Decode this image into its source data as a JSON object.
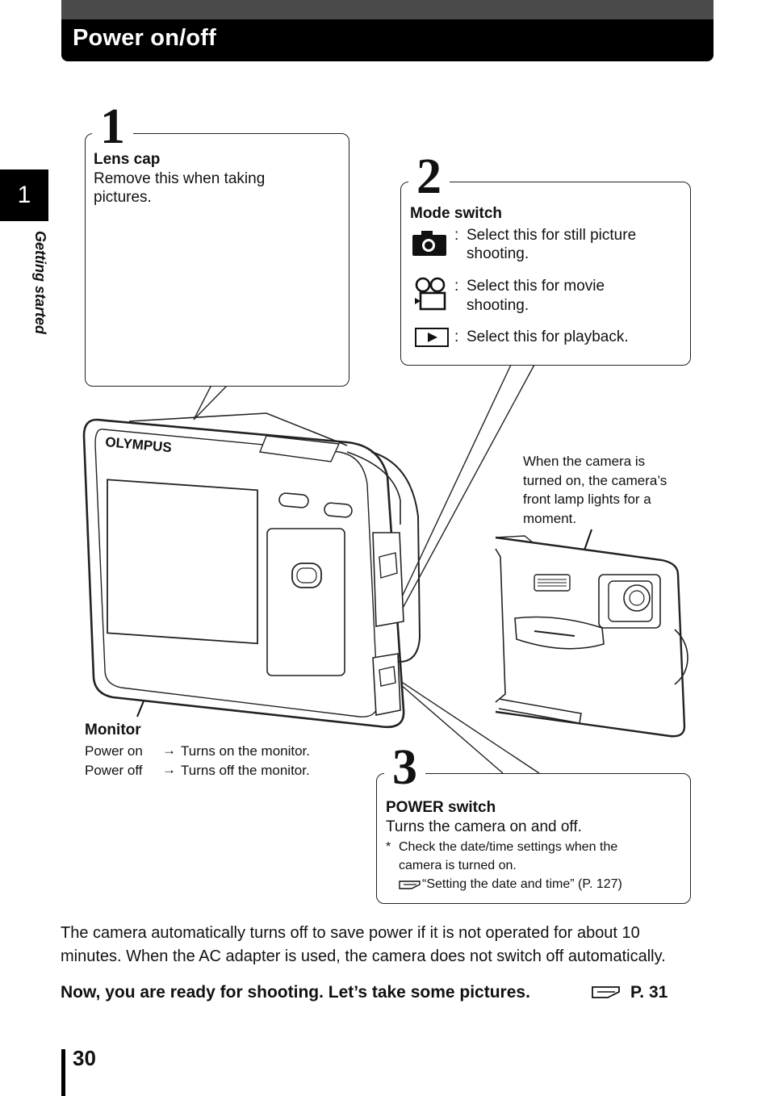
{
  "header": {
    "title": "Power on/off"
  },
  "chapter": {
    "number": "1",
    "label": "Getting started"
  },
  "step1": {
    "number": "1",
    "title": "Lens cap",
    "desc_line1": "Remove this when taking",
    "desc_line2": "pictures."
  },
  "step2": {
    "number": "2",
    "title": "Mode switch",
    "items": [
      {
        "icon": "camera-icon",
        "colon": ":",
        "line1": "Select this for still picture",
        "line2": "shooting."
      },
      {
        "icon": "movie-icon",
        "colon": ":",
        "line1": "Select this for movie",
        "line2": "shooting."
      },
      {
        "icon": "playback-icon",
        "colon": ":",
        "line1": "Select this for playback.",
        "line2": ""
      }
    ]
  },
  "lamp_note": {
    "line1": "When the camera is",
    "line2": "turned on, the camera’s",
    "line3": "front lamp lights for a",
    "line4": "moment."
  },
  "brand": {
    "logo": "OLYMPUS"
  },
  "monitor": {
    "title": "Monitor",
    "rows": [
      {
        "label": "Power on",
        "arrow": "→",
        "text": "Turns on the monitor."
      },
      {
        "label": "Power off",
        "arrow": "→",
        "text": "Turns off the monitor."
      }
    ]
  },
  "step3": {
    "number": "3",
    "title": "POWER switch",
    "desc": "Turns the camera on and off.",
    "note_mark": "*",
    "note_line1": "Check the date/time settings when the",
    "note_line2": "camera is turned on.",
    "ref": "“Setting the date and time” (P. 127)"
  },
  "body": {
    "line1": "The camera automatically turns off to save power if it is not operated for about 10",
    "line2": "minutes. When the AC adapter is used, the camera does not switch off automatically.",
    "ready": "Now, you are ready for shooting. Let’s take some pictures.",
    "ready_ref": "P. 31"
  },
  "page_number": "30",
  "colors": {
    "header_black": "#000000",
    "header_gray": "#4a4a4a"
  }
}
